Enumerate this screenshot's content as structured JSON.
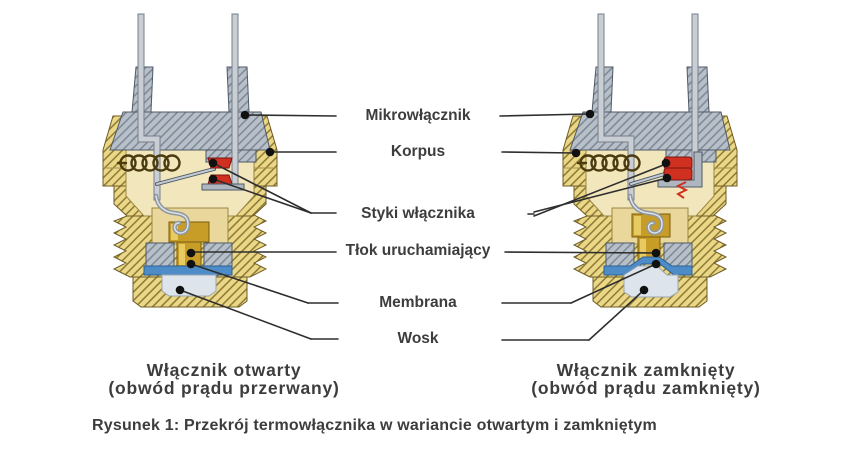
{
  "figure": {
    "part_labels": [
      "Mikrowłącznik",
      "Korpus",
      "Styki włącznika",
      "Tłok uruchamiający",
      "Membrana",
      "Wosk"
    ],
    "caption_open": {
      "line1": "Włącznik otwarty",
      "line2": "(obwód prądu przerwany)"
    },
    "caption_closed": {
      "line1": "Włącznik zamknięty",
      "line2": "(obwód prądu zamknięty)"
    },
    "figure_caption": "Rysunek 1: Przekrój termowłącznika w wariancie otwartym i zamkniętym",
    "colors": {
      "brass": "#ead887",
      "brass_hatch": "#8d7836",
      "brass_edge": "#6e5c24",
      "interior": "#f2e6bd",
      "housing": "#e9d79b",
      "steel": "#b7bfc9",
      "steel_hatch": "#7c8894",
      "steel_edge": "#4f5a66",
      "pin": "#c9ced4",
      "pin_edge": "#767f8a",
      "contact_red": "#d03020",
      "contact_red_edge": "#7a1510",
      "membrane_blue": "#4d8cc7",
      "membrane_edge": "#2d5f93",
      "wax": "#dde4eb",
      "wax_edge": "#9aa6b2",
      "piston_gold": "#c79d27",
      "piston_highlight": "#e8ca62",
      "piston_edge": "#7a5d10",
      "spring": "#4a3b10",
      "leader": "#2e2e2e",
      "text": "#3d3d3d"
    }
  }
}
